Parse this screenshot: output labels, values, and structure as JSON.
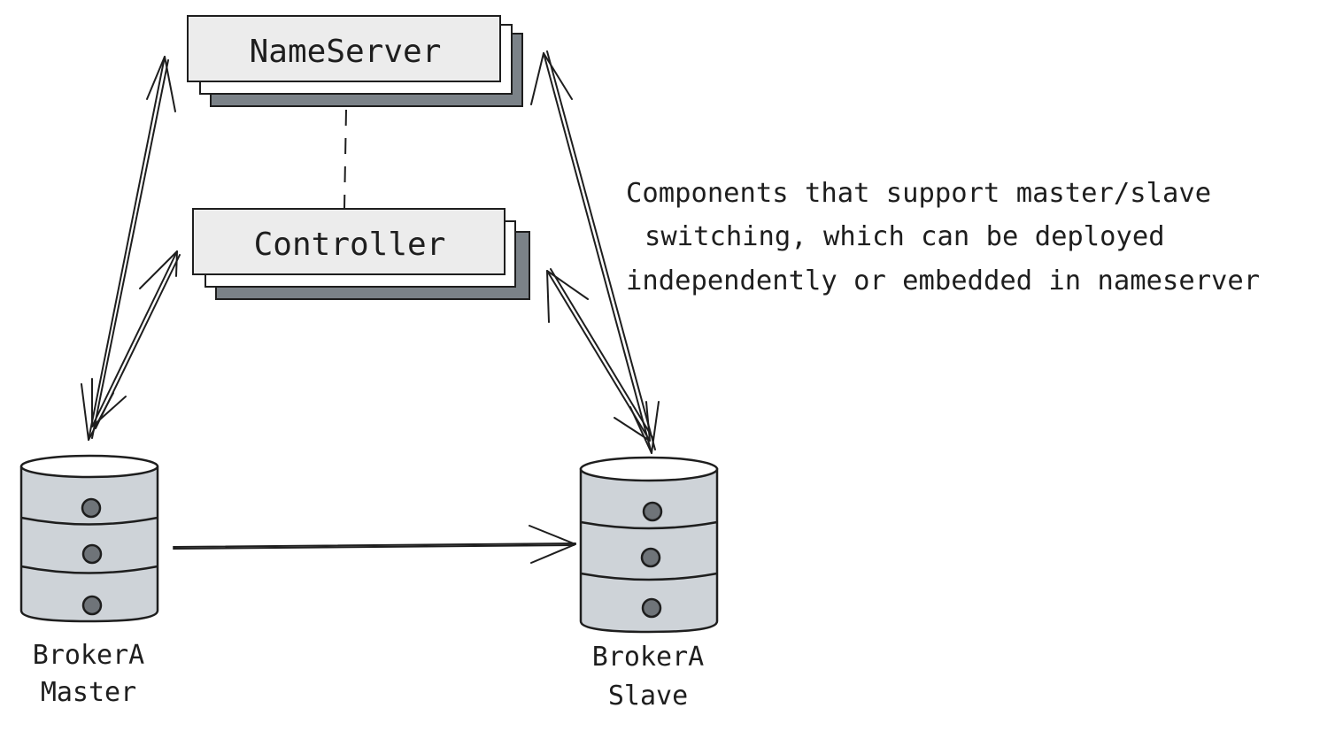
{
  "nodes": {
    "nameserver": {
      "label": "NameServer"
    },
    "controller": {
      "label": "Controller"
    },
    "broker_master": {
      "label_line1": "BrokerA",
      "label_line2": "Master"
    },
    "broker_slave": {
      "label_line1": "BrokerA",
      "label_line2": "Slave"
    }
  },
  "note": {
    "line1": "Components that support master/slave",
    "line2": "switching, which can be deployed",
    "line3": "independently or embedded in nameserver"
  },
  "colors": {
    "box_fill": "#ececec",
    "stack_shadow": "#7b8288",
    "cylinder_fill": "#ced3d8",
    "stroke": "#1e1e1e"
  }
}
